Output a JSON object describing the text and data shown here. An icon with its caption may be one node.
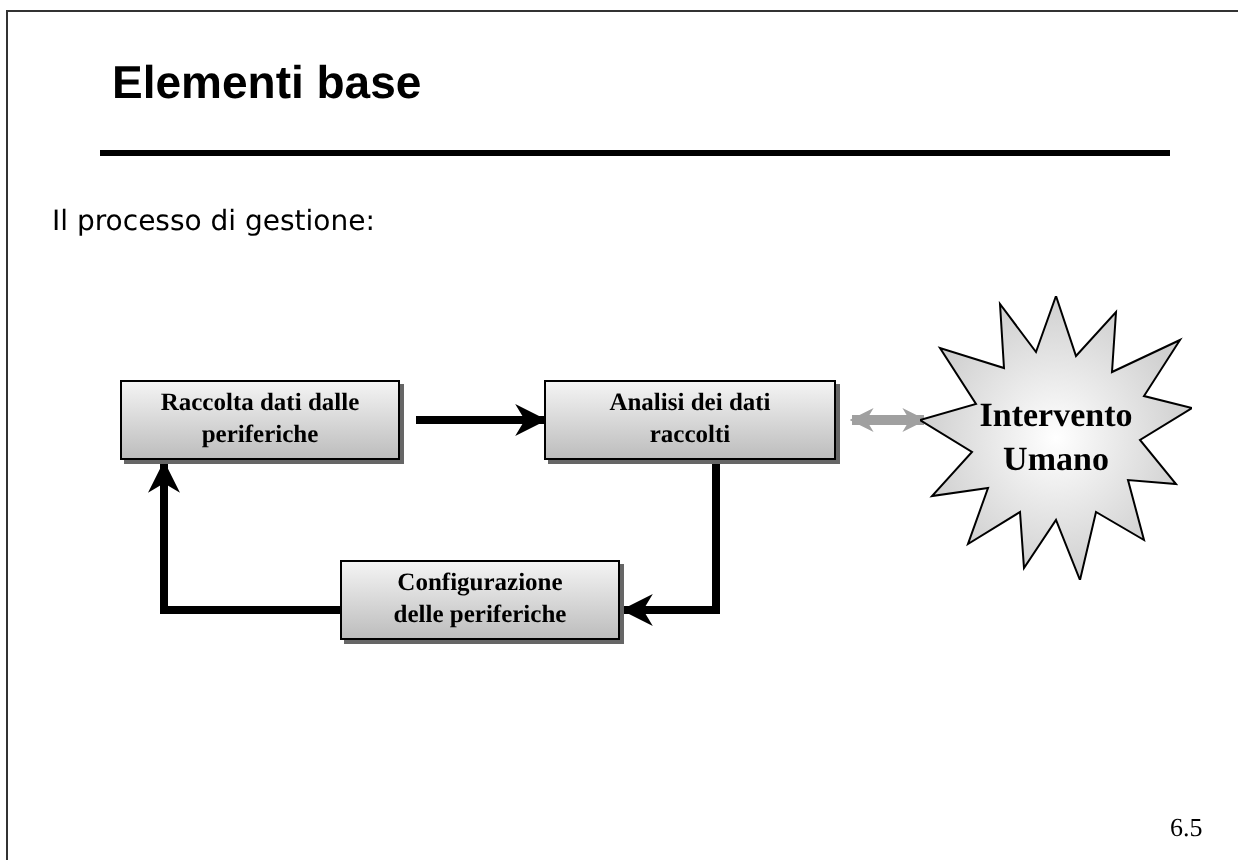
{
  "diagram": {
    "title": "Elementi base",
    "nodes": [
      {
        "text": [
          "Raccolta dati dalle periferiche"
        ]
      },
      {
        "text": [
          "Analisi dei dati raccolti"
        ]
      },
      {
        "text": [
          "Configurazione delle periferiche"
        ]
      },
      {
        "text": [
          "Intervento Umano"
        ]
      }
    ],
    "edges": [
      {
        "from": 0,
        "to": 1,
        "arrow": "to"
      },
      {
        "from": 1,
        "to": 2,
        "arrow": "to"
      },
      {
        "from": 2,
        "to": 0,
        "arrow": "to"
      },
      {
        "from": 1,
        "to": 3,
        "arrow": "both",
        "color": "#a0a0a0"
      }
    ],
    "labels": [
      "Il processo di gestione:",
      "6.5"
    ]
  }
}
